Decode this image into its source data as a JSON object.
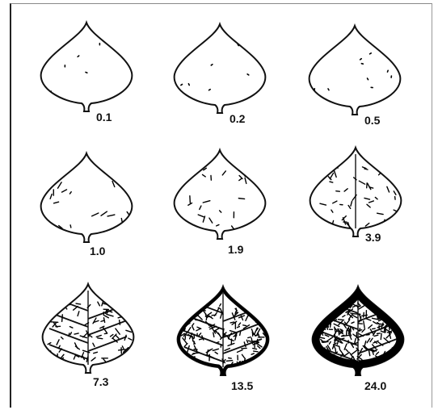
{
  "figure": {
    "leaves": [
      {
        "label": "0.1",
        "severity": 0.1,
        "lesion_pattern": "few-specks"
      },
      {
        "label": "0.2",
        "severity": 0.2,
        "lesion_pattern": "few-specks"
      },
      {
        "label": "0.5",
        "severity": 0.5,
        "lesion_pattern": "scattered-specks"
      },
      {
        "label": "1.0",
        "severity": 1.0,
        "lesion_pattern": "scattered-dashes"
      },
      {
        "label": "1.9",
        "severity": 1.9,
        "lesion_pattern": "scattered-dashes"
      },
      {
        "label": "3.9",
        "severity": 3.9,
        "lesion_pattern": "dashes-with-midrib"
      },
      {
        "label": "7.3",
        "severity": 7.3,
        "lesion_pattern": "vein-necrosis"
      },
      {
        "label": "13.5",
        "severity": 13.5,
        "lesion_pattern": "vein-necrosis-with-margin"
      },
      {
        "label": "24.0",
        "severity": 24.0,
        "lesion_pattern": "heavy-margin-necrosis"
      }
    ]
  }
}
